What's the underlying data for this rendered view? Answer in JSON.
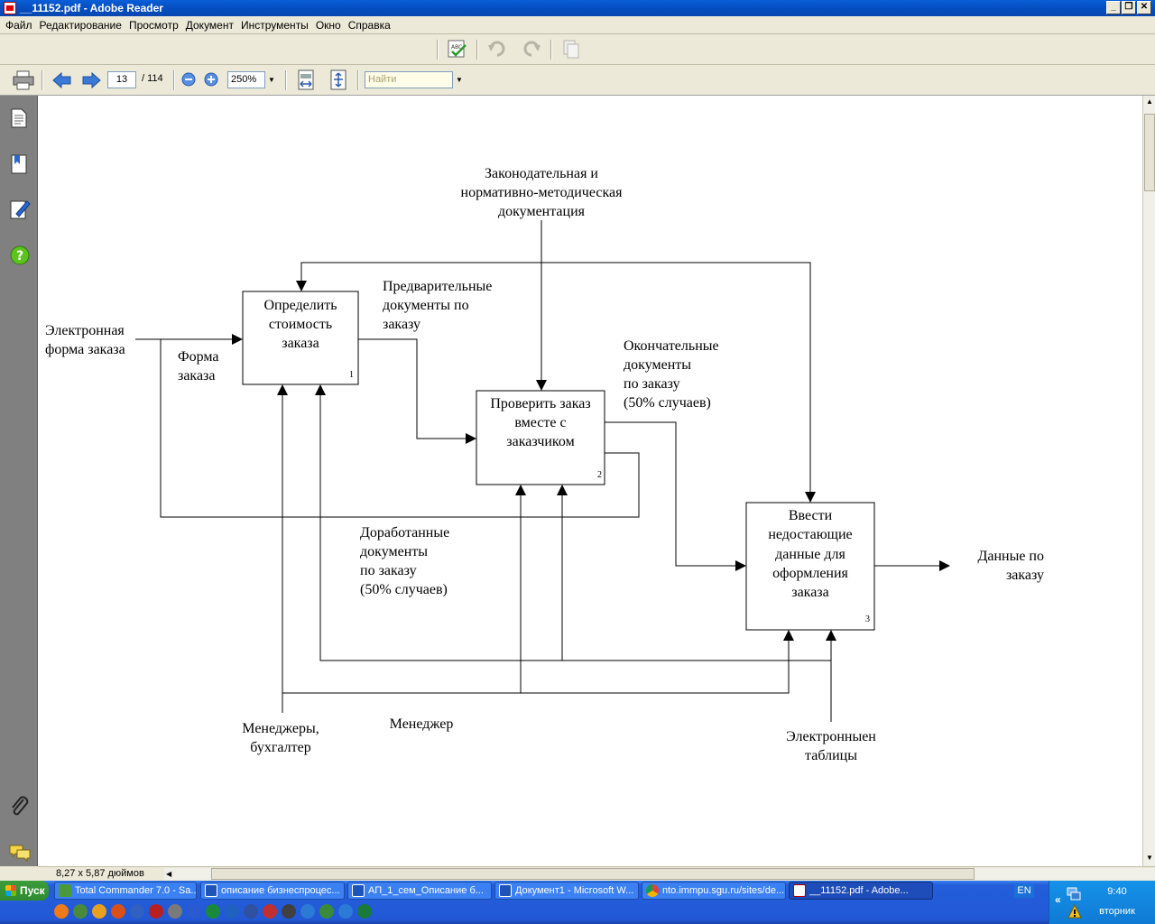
{
  "window": {
    "title": "__11152.pdf - Adobe Reader"
  },
  "menu": [
    "Файл",
    "Редактирование",
    "Просмотр",
    "Документ",
    "Инструменты",
    "Окно",
    "Справка"
  ],
  "toolbar": {
    "page_current": "13",
    "page_total": "/ 114",
    "zoom": "250%",
    "search_placeholder": "Найти"
  },
  "status": {
    "page_size": "8,27 x 5,87 дюймов"
  },
  "diagram": {
    "top_input": [
      "Законодательная и",
      "нормативно-методическая",
      "документация"
    ],
    "input_left": [
      "Электронная",
      "форма заказа"
    ],
    "label_forma": [
      "Форма",
      "заказа"
    ],
    "label_prelim": [
      "Предварительные",
      "документы по",
      "заказу"
    ],
    "label_final": [
      "Окончательные",
      "документы",
      "по заказу",
      "(50% случаев)"
    ],
    "label_reworked": [
      "Доработанные",
      "документы",
      "по заказу",
      "(50% случаев)"
    ],
    "output_right": [
      "Данные по",
      "заказу"
    ],
    "mech_managers": [
      "Менеджеры,",
      "бухгалтер"
    ],
    "mech_manager": "Менеджер",
    "mech_sheets": [
      "Электронныен",
      "таблицы"
    ],
    "boxes": [
      {
        "lines": [
          "Определить",
          "стоимость",
          "заказа"
        ],
        "num": "1"
      },
      {
        "lines": [
          "Проверить заказ",
          "вместе с",
          "заказчиком"
        ],
        "num": "2"
      },
      {
        "lines": [
          "Ввести",
          "недостающие",
          "данные для",
          "оформления",
          "заказа"
        ],
        "num": "3"
      }
    ]
  },
  "taskbar": {
    "start": "Пуск",
    "tasks": [
      "Total Commander 7.0 - Sa...",
      "описание бизнеспроцес...",
      "АП_1_сем_Описание б...",
      "Документ1 - Microsoft W...",
      "nto.immpu.sgu.ru/sites/de...",
      "__11152.pdf - Adobe..."
    ],
    "lang": "EN",
    "time": "9:40",
    "day": "вторник"
  }
}
